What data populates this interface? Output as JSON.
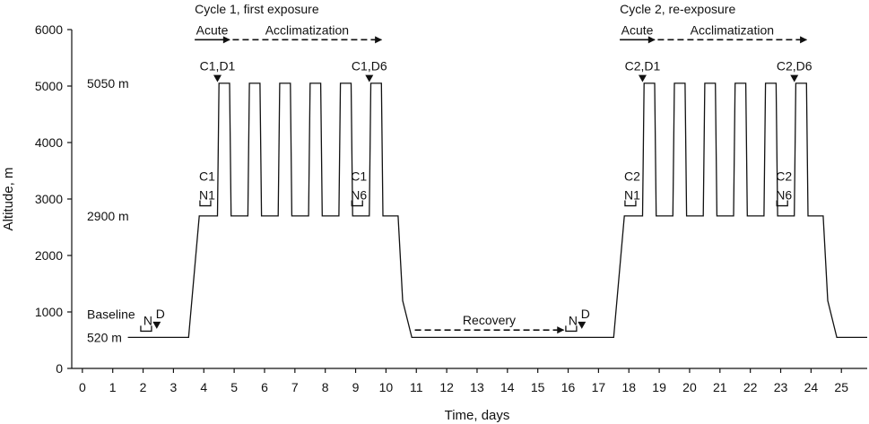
{
  "chart_data": {
    "type": "line",
    "xlabel": "Time, days",
    "ylabel": "Altitude, m",
    "xlim": [
      -0.35,
      25.85
    ],
    "ylim": [
      0,
      6000
    ],
    "x_ticks": [
      0,
      1,
      2,
      3,
      4,
      5,
      6,
      7,
      8,
      9,
      10,
      11,
      12,
      13,
      14,
      15,
      16,
      17,
      18,
      19,
      20,
      21,
      22,
      23,
      24,
      25
    ],
    "y_ticks": [
      0,
      1000,
      2000,
      3000,
      4000,
      5000,
      6000
    ],
    "grid": false,
    "line_color": "#111111",
    "series": [
      {
        "x": [
          1.5,
          3.5,
          3.85,
          4.25,
          4.45,
          4.5,
          4.85,
          4.9,
          5.0,
          5.45,
          5.5,
          5.85,
          5.9,
          6.0,
          6.45,
          6.5,
          6.85,
          6.9,
          7.0,
          7.45,
          7.5,
          7.85,
          7.9,
          8.0,
          8.45,
          8.5,
          8.85,
          8.9,
          9.0,
          9.45,
          9.5,
          9.85,
          9.9,
          10.4,
          10.55,
          10.85,
          17.5,
          17.85,
          18.25,
          18.45,
          18.5,
          18.85,
          18.9,
          19.0,
          19.45,
          19.5,
          19.85,
          19.9,
          20.0,
          20.45,
          20.5,
          20.85,
          20.9,
          21.0,
          21.45,
          21.5,
          21.85,
          21.9,
          22.0,
          22.45,
          22.5,
          22.85,
          22.9,
          23.0,
          23.45,
          23.5,
          23.85,
          23.9,
          24.4,
          24.55,
          24.85,
          25.85
        ],
        "y": [
          550,
          550,
          2700,
          2700,
          2700,
          5050,
          5050,
          2700,
          2700,
          2700,
          5050,
          5050,
          2700,
          2700,
          2700,
          5050,
          5050,
          2700,
          2700,
          2700,
          5050,
          5050,
          2700,
          2700,
          2700,
          5050,
          5050,
          2700,
          2700,
          2700,
          5050,
          5050,
          2700,
          2700,
          1200,
          550,
          550,
          2700,
          2700,
          2700,
          5050,
          5050,
          2700,
          2700,
          2700,
          5050,
          5050,
          2700,
          2700,
          2700,
          5050,
          5050,
          2700,
          2700,
          2700,
          5050,
          5050,
          2700,
          2700,
          2700,
          5050,
          5050,
          2700,
          2700,
          2700,
          5050,
          5050,
          2700,
          2700,
          1200,
          550,
          550
        ]
      }
    ],
    "level_labels": [
      {
        "text": "5050 m",
        "y": 5050
      },
      {
        "text": "2900 m",
        "y": 2700
      },
      {
        "text": "520 m",
        "y": 550
      }
    ],
    "cycle_titles": [
      {
        "text": "Cycle 1, first exposure",
        "x": 3.7
      },
      {
        "text": "Cycle 2, re-exposure",
        "x": 17.7
      }
    ],
    "arrows": [
      {
        "label": "Acute",
        "x1": 3.7,
        "x2": 4.85,
        "y": 5820,
        "dashed": false
      },
      {
        "label": "Acclimatization",
        "x1": 4.95,
        "x2": 9.85,
        "y": 5820,
        "dashed": true
      },
      {
        "label": "Acute",
        "x1": 17.7,
        "x2": 18.85,
        "y": 5820,
        "dashed": false
      },
      {
        "label": "Acclimatization",
        "x1": 18.95,
        "x2": 23.85,
        "y": 5820,
        "dashed": true
      },
      {
        "label": "Recovery",
        "x1": 10.95,
        "x2": 15.85,
        "y": 680,
        "dashed": true
      }
    ],
    "day_markers": [
      {
        "label": "C1,D1",
        "x": 4.45
      },
      {
        "label": "C1,D6",
        "x": 9.45
      },
      {
        "label": "C2,D1",
        "x": 18.45
      },
      {
        "label": "C2,D6",
        "x": 23.45
      },
      {
        "label": "D",
        "x": 2.45
      },
      {
        "label": "D",
        "x": 16.45
      }
    ],
    "night_markers": [
      {
        "line1": "C1",
        "line2": "N1",
        "x": 4.05
      },
      {
        "line1": "C1",
        "line2": "N6",
        "x": 9.05
      },
      {
        "line1": "C2",
        "line2": "N1",
        "x": 18.05
      },
      {
        "line1": "C2",
        "line2": "N6",
        "x": 23.05
      },
      {
        "line1": "",
        "line2": "N",
        "x": 2.1
      },
      {
        "line1": "",
        "line2": "N",
        "x": 16.1
      }
    ],
    "baseline_label": "Baseline"
  }
}
